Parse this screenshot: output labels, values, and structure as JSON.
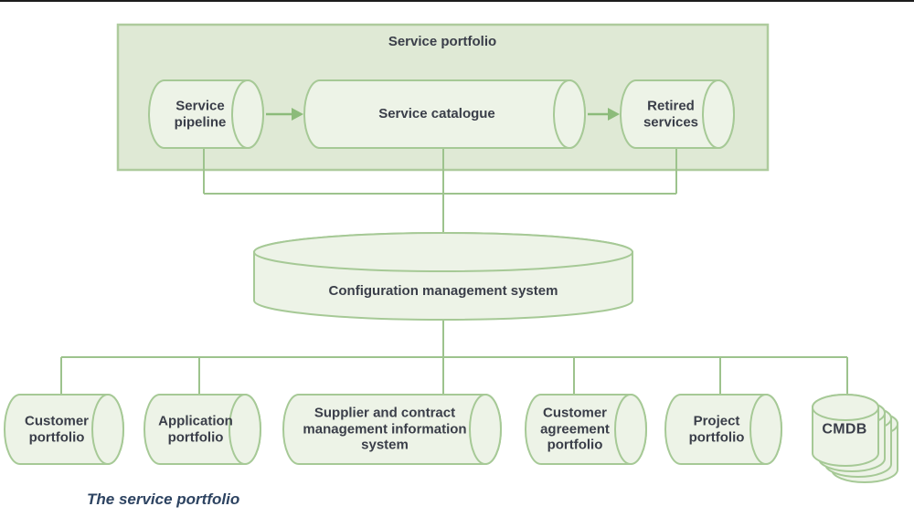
{
  "colors": {
    "box_fill": "#dfe9d5",
    "box_stroke": "#aecb9d",
    "cylinder_fill": "#edf3e7",
    "cylinder_stroke": "#a6c996",
    "connector_line": "#9dc38d",
    "arrow": "#8cbb7a",
    "label_text": "#3a3e49",
    "caption_text": "#2d4361",
    "top_rule": "#1c1c1c"
  },
  "portfolio_box": {
    "title": "Service portfolio",
    "cylinders": [
      {
        "label": "Service\npipeline"
      },
      {
        "label": "Service catalogue"
      },
      {
        "label": "Retired\nservices"
      }
    ]
  },
  "cms": {
    "label": "Configuration management system"
  },
  "bottom_row": [
    {
      "label": "Customer\nportfolio"
    },
    {
      "label": "Application\nportfolio"
    },
    {
      "label": "Supplier and contract\nmanagement information\nsystem"
    },
    {
      "label": "Customer\nagreement\nportfolio"
    },
    {
      "label": "Project\nportfolio"
    },
    {
      "label": "CMDB"
    }
  ],
  "caption": "The service portfolio"
}
